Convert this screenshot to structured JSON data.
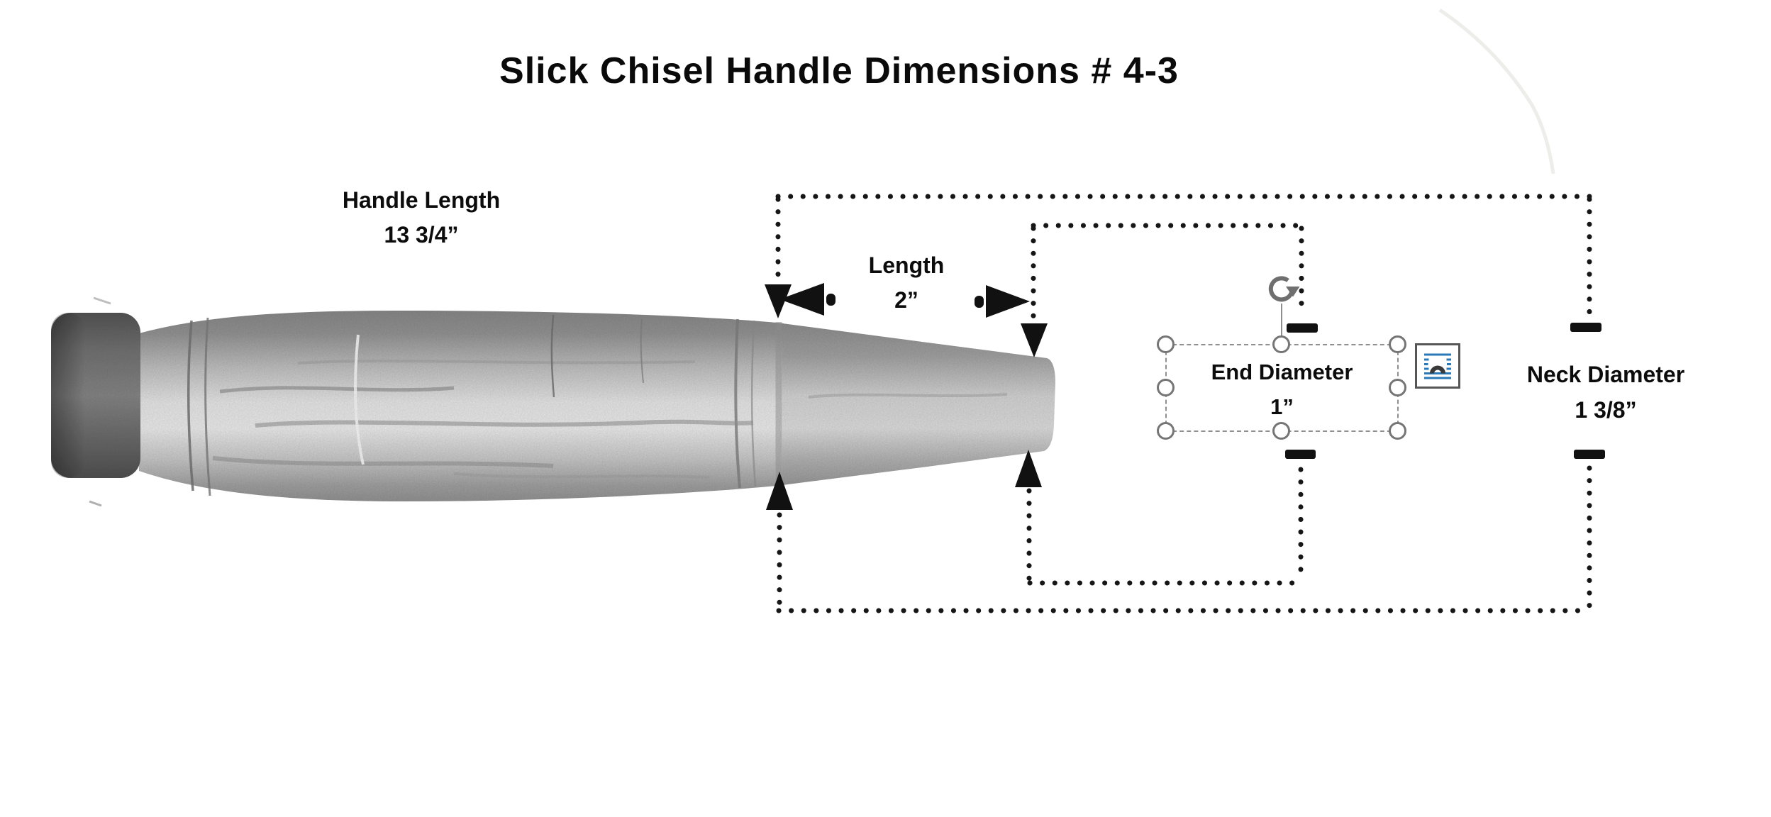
{
  "title": "Slick Chisel Handle Dimensions # 4-3",
  "annotations": {
    "handle_length": {
      "label": "Handle Length",
      "value": "13 3/4”"
    },
    "taper_length": {
      "label": "Length",
      "value": "2”"
    },
    "end_diameter": {
      "label": "End Diameter",
      "value": "1”"
    },
    "neck_diameter": {
      "label": "Neck Diameter",
      "value": "1 3/8”"
    }
  },
  "selection": {
    "selected_object": "end-diameter-label-text-box",
    "handles": [
      "top-left",
      "top-center",
      "top-right",
      "middle-left",
      "middle-right",
      "bottom-left",
      "bottom-center",
      "bottom-right"
    ],
    "rotate_handle_icon": "rotate-arrow-icon",
    "layout_options_icon": "text-wrap-through-icon"
  },
  "colors": {
    "ink": "#161616",
    "selection_grey": "#757575",
    "layout_icon_blue": "#2979b8",
    "layout_icon_arch": "#3a3a3a"
  }
}
